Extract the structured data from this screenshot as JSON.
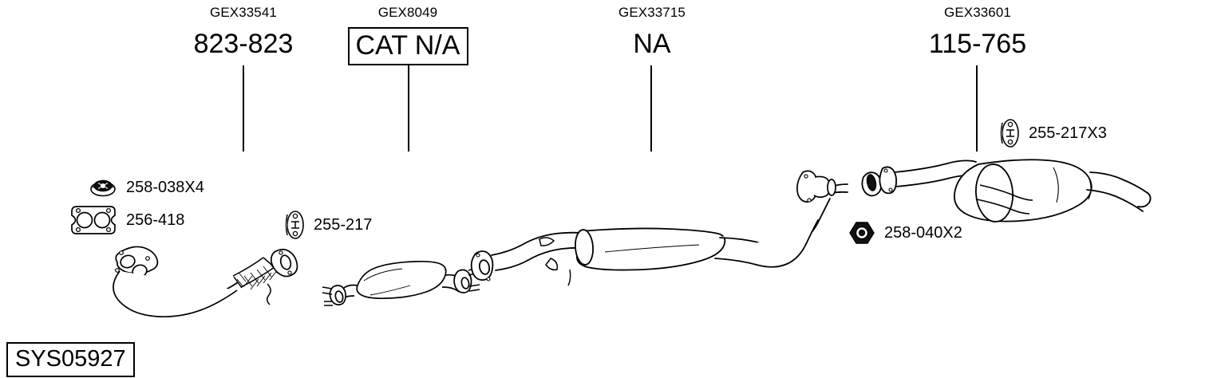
{
  "diagram": {
    "title": "Exhaust system parts diagram",
    "system_code": "SYS05927",
    "line_color": "#000000",
    "background": "#ffffff"
  },
  "components": [
    {
      "gex_code": "GEX33541",
      "reference": "823-823",
      "boxed": false,
      "name": "front-pipe"
    },
    {
      "gex_code": "GEX8049",
      "reference": "CAT N/A",
      "boxed": true,
      "name": "catalytic-converter"
    },
    {
      "gex_code": "GEX33715",
      "reference": "NA",
      "boxed": false,
      "name": "centre-silencer"
    },
    {
      "gex_code": "GEX33601",
      "reference": "115-765",
      "boxed": false,
      "name": "rear-silencer"
    }
  ],
  "hardware": [
    {
      "icon": "nut-icon",
      "label": "258-038X4",
      "name": "flange-nut-front"
    },
    {
      "icon": "twin-bore-gasket-icon",
      "label": "256-418",
      "name": "manifold-gasket"
    },
    {
      "icon": "rubber-mount-icon",
      "label": "255-217",
      "name": "rubber-mount-centre"
    },
    {
      "icon": "rubber-mount-icon",
      "label": "255-217X3",
      "name": "rubber-mount-rear"
    },
    {
      "icon": "hex-nut-icon",
      "label": "258-040X2",
      "name": "flange-nut-rear"
    }
  ]
}
